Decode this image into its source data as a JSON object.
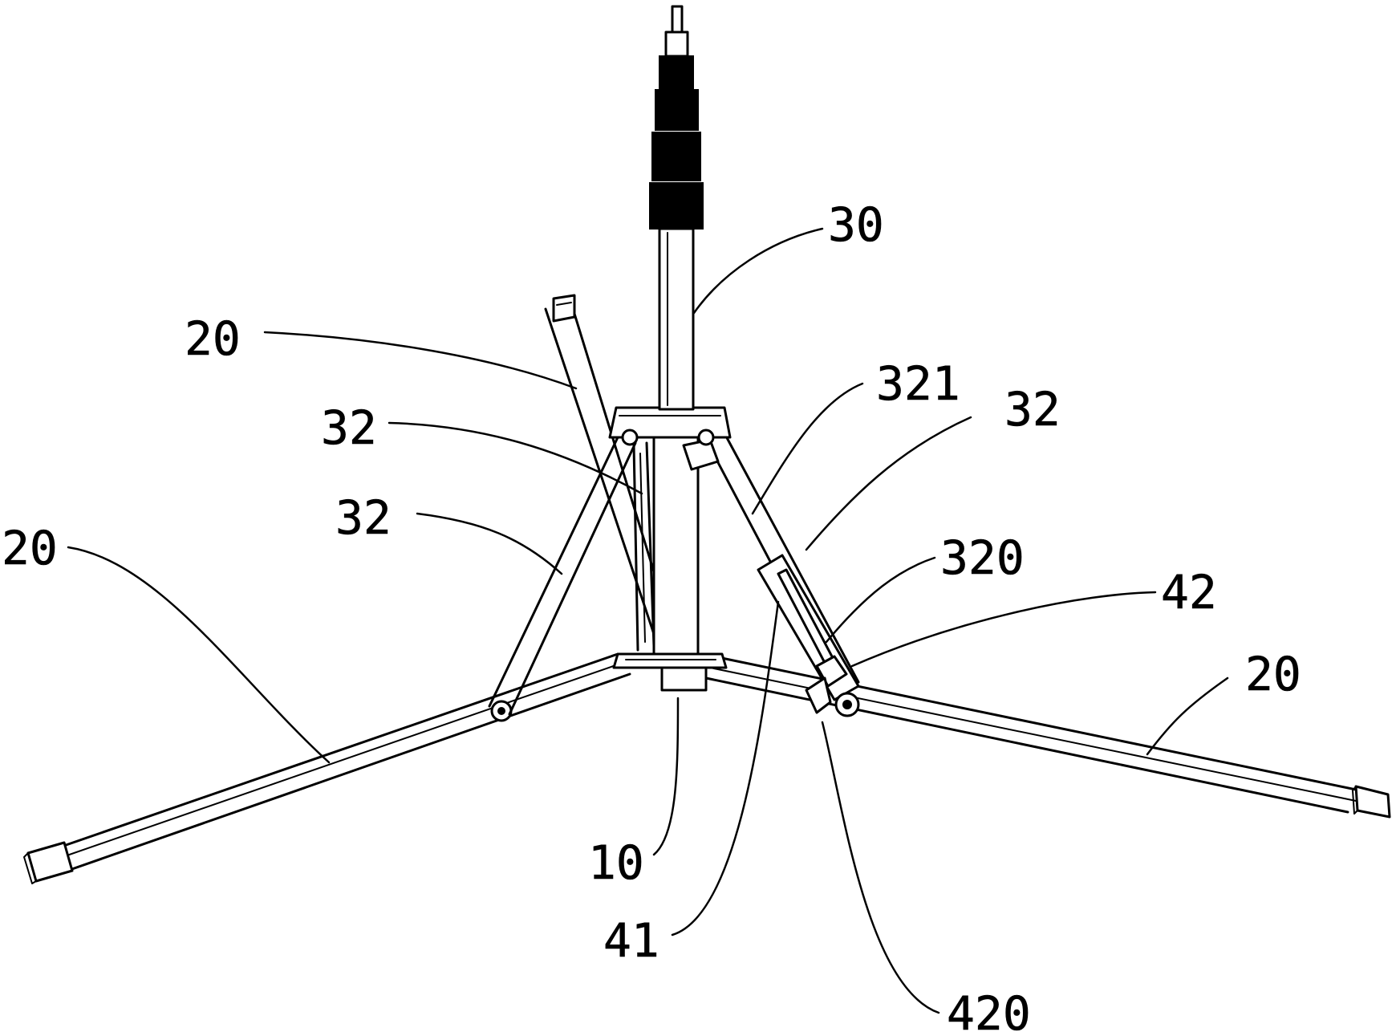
{
  "figure": {
    "labels": {
      "pole": "30",
      "leg_upper_left": "20",
      "leg_left": "20",
      "leg_right": "20",
      "brace_upper_left": "32",
      "brace_left": "32",
      "brace_right": "32",
      "brace_rod": "321",
      "brace_sleeve": "320",
      "slider": "42",
      "base_sleeve": "10",
      "slot": "41",
      "latch": "420"
    }
  }
}
